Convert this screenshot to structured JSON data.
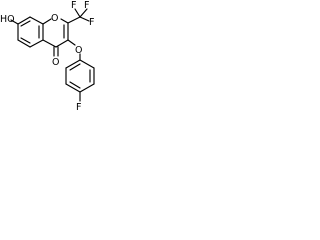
{
  "structure": {
    "labels": {
      "hydroxyl": "HO",
      "carbonyl_oxygen": "O",
      "ring_oxygen": "O",
      "ether_oxygen": "O",
      "fluorine_cf3_1": "F",
      "fluorine_cf3_2": "F",
      "fluorine_cf3_3": "F",
      "fluorine_aryl": "F"
    },
    "colors": {
      "bond": "#000000",
      "text": "#000000",
      "background": "#ffffff"
    }
  }
}
